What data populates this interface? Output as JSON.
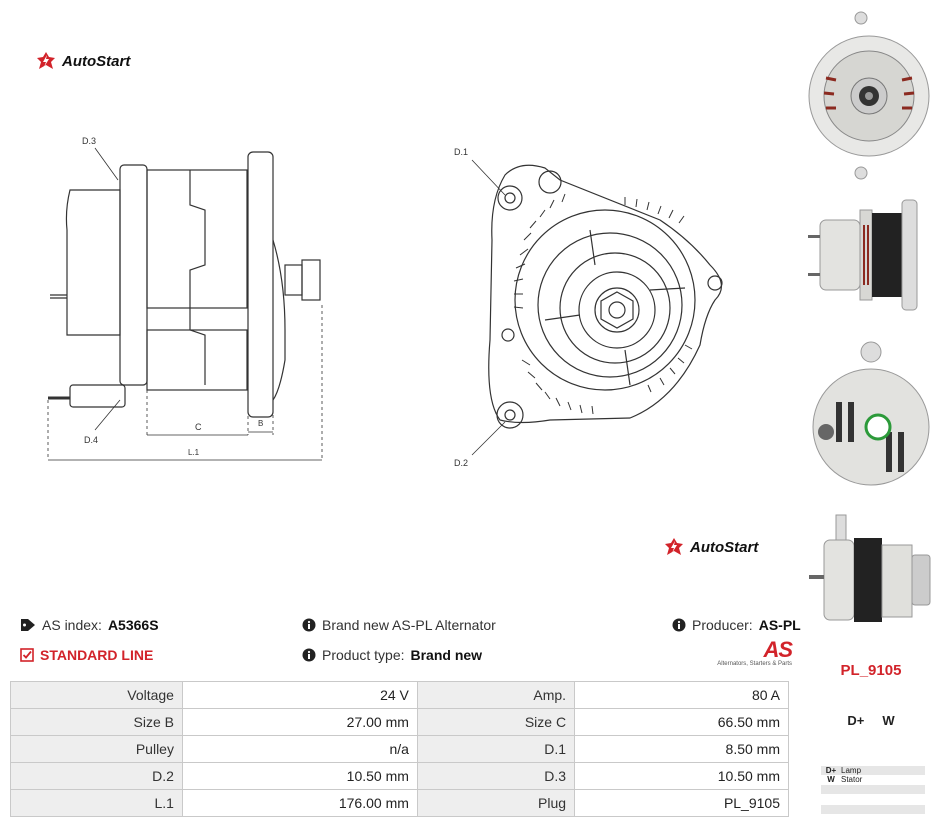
{
  "brand": {
    "name": "AutoStart"
  },
  "drawing": {
    "labels": {
      "d1": "D.1",
      "d2": "D.2",
      "d3": "D.3",
      "d4": "D.4",
      "c": "C",
      "b": "B",
      "l1": "L.1"
    }
  },
  "info": {
    "as_index_label": "AS index:",
    "as_index_value": "A5366S",
    "standard_line": "STANDARD LINE",
    "description": "Brand new AS-PL Alternator",
    "product_type_label": "Product type:",
    "product_type_value": "Brand new",
    "producer_label": "Producer:",
    "producer_value": "AS-PL",
    "producer_logo_text": "AS",
    "producer_tagline": "Alternators, Starters & Parts"
  },
  "specs": [
    [
      {
        "label": "Voltage",
        "value": "24 V"
      },
      {
        "label": "Amp.",
        "value": "80 A"
      }
    ],
    [
      {
        "label": "Size B",
        "value": "27.00 mm"
      },
      {
        "label": "Size C",
        "value": "66.50 mm"
      }
    ],
    [
      {
        "label": "Pulley",
        "value": "n/a"
      },
      {
        "label": "D.1",
        "value": "8.50 mm"
      }
    ],
    [
      {
        "label": "D.2",
        "value": "10.50 mm"
      },
      {
        "label": "D.3",
        "value": "10.50 mm"
      }
    ],
    [
      {
        "label": "L.1",
        "value": "176.00 mm"
      },
      {
        "label": "Plug",
        "value": "PL_9105"
      }
    ]
  ],
  "plug": {
    "name": "PL_9105",
    "terminals": [
      "D+",
      "W"
    ],
    "legend": [
      {
        "code": "D+",
        "desc": "Lamp"
      },
      {
        "code": "W",
        "desc": "Stator"
      }
    ]
  },
  "colors": {
    "accent_red": "#d2232a",
    "table_label_bg": "#eeeeee",
    "table_border": "#c9c9c9"
  }
}
